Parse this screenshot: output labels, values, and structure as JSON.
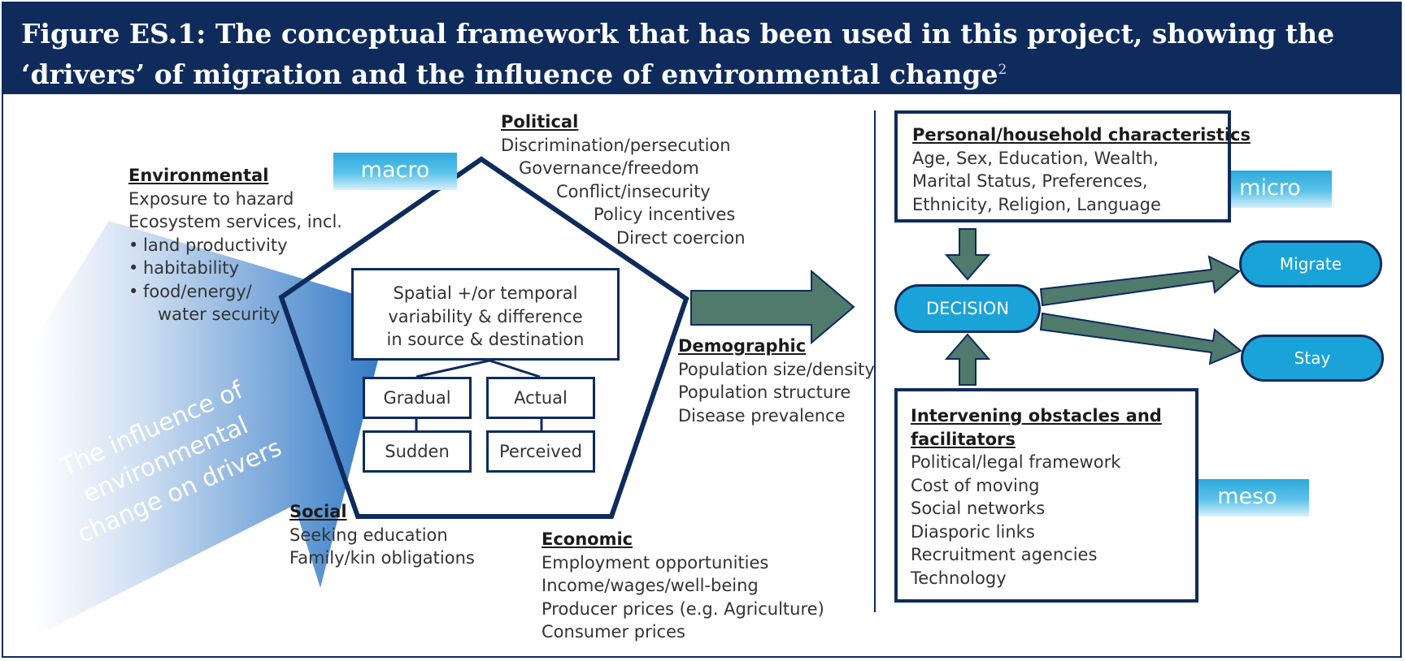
{
  "header": {
    "line1": "Figure ES.1: The conceptual framework that has been used in this project, showing the",
    "line2": "‘drivers’ of migration and the influence of environmental change",
    "footnote": "2"
  },
  "influence_label": [
    "The influence of",
    "environmental",
    "change on drivers"
  ],
  "environmental": {
    "title": "Environmental",
    "lines": [
      "Exposure to hazard",
      "Ecosystem services, incl."
    ],
    "bullets": [
      "land productivity",
      "habitability",
      "food/energy/"
    ],
    "continuation": "water security"
  },
  "political": {
    "title": "Political",
    "lines": [
      "Discrimination/persecution",
      "Governance/freedom",
      "Conflict/insecurity",
      "Policy incentives",
      "Direct coercion"
    ]
  },
  "demographic": {
    "title": "Demographic",
    "lines": [
      "Population size/density",
      "Population structure",
      "Disease prevalence"
    ]
  },
  "social": {
    "title": "Social",
    "lines": [
      "Seeking education",
      "Family/kin obligations"
    ]
  },
  "economic": {
    "title": "Economic",
    "lines": [
      "Employment opportunities",
      "Income/wages/well-being",
      "Producer prices (e.g. Agriculture)",
      "Consumer prices"
    ]
  },
  "tags": {
    "macro": "macro",
    "micro": "micro",
    "meso": "meso"
  },
  "variability_box": [
    "Spatial +/or temporal",
    "variability & difference",
    "in source & destination"
  ],
  "small_boxes": {
    "gradual": "Gradual",
    "actual": "Actual",
    "sudden": "Sudden",
    "perceived": "Perceived"
  },
  "personal": {
    "title": "Personal/household characteristics",
    "lines": [
      "Age, Sex, Education, Wealth,",
      "Marital Status, Preferences,",
      "Ethnicity, Religion, Language"
    ]
  },
  "obstacles": {
    "title_lines": [
      "Intervening obstacles and",
      "facilitators"
    ],
    "lines": [
      "Political/legal framework",
      "Cost of moving",
      "Social networks",
      "Diasporic links",
      "Recruitment agencies",
      "Technology"
    ]
  },
  "decision": "DECISION",
  "outcomes": {
    "migrate": "Migrate",
    "stay": "Stay"
  },
  "colors": {
    "navy": "#0e2b5c",
    "arrow_green": "#4f7a6c",
    "pill_blue": "#1aa3d9",
    "tag_blue": "#2ea9dc",
    "gradient_blue": "#2d76c4"
  }
}
